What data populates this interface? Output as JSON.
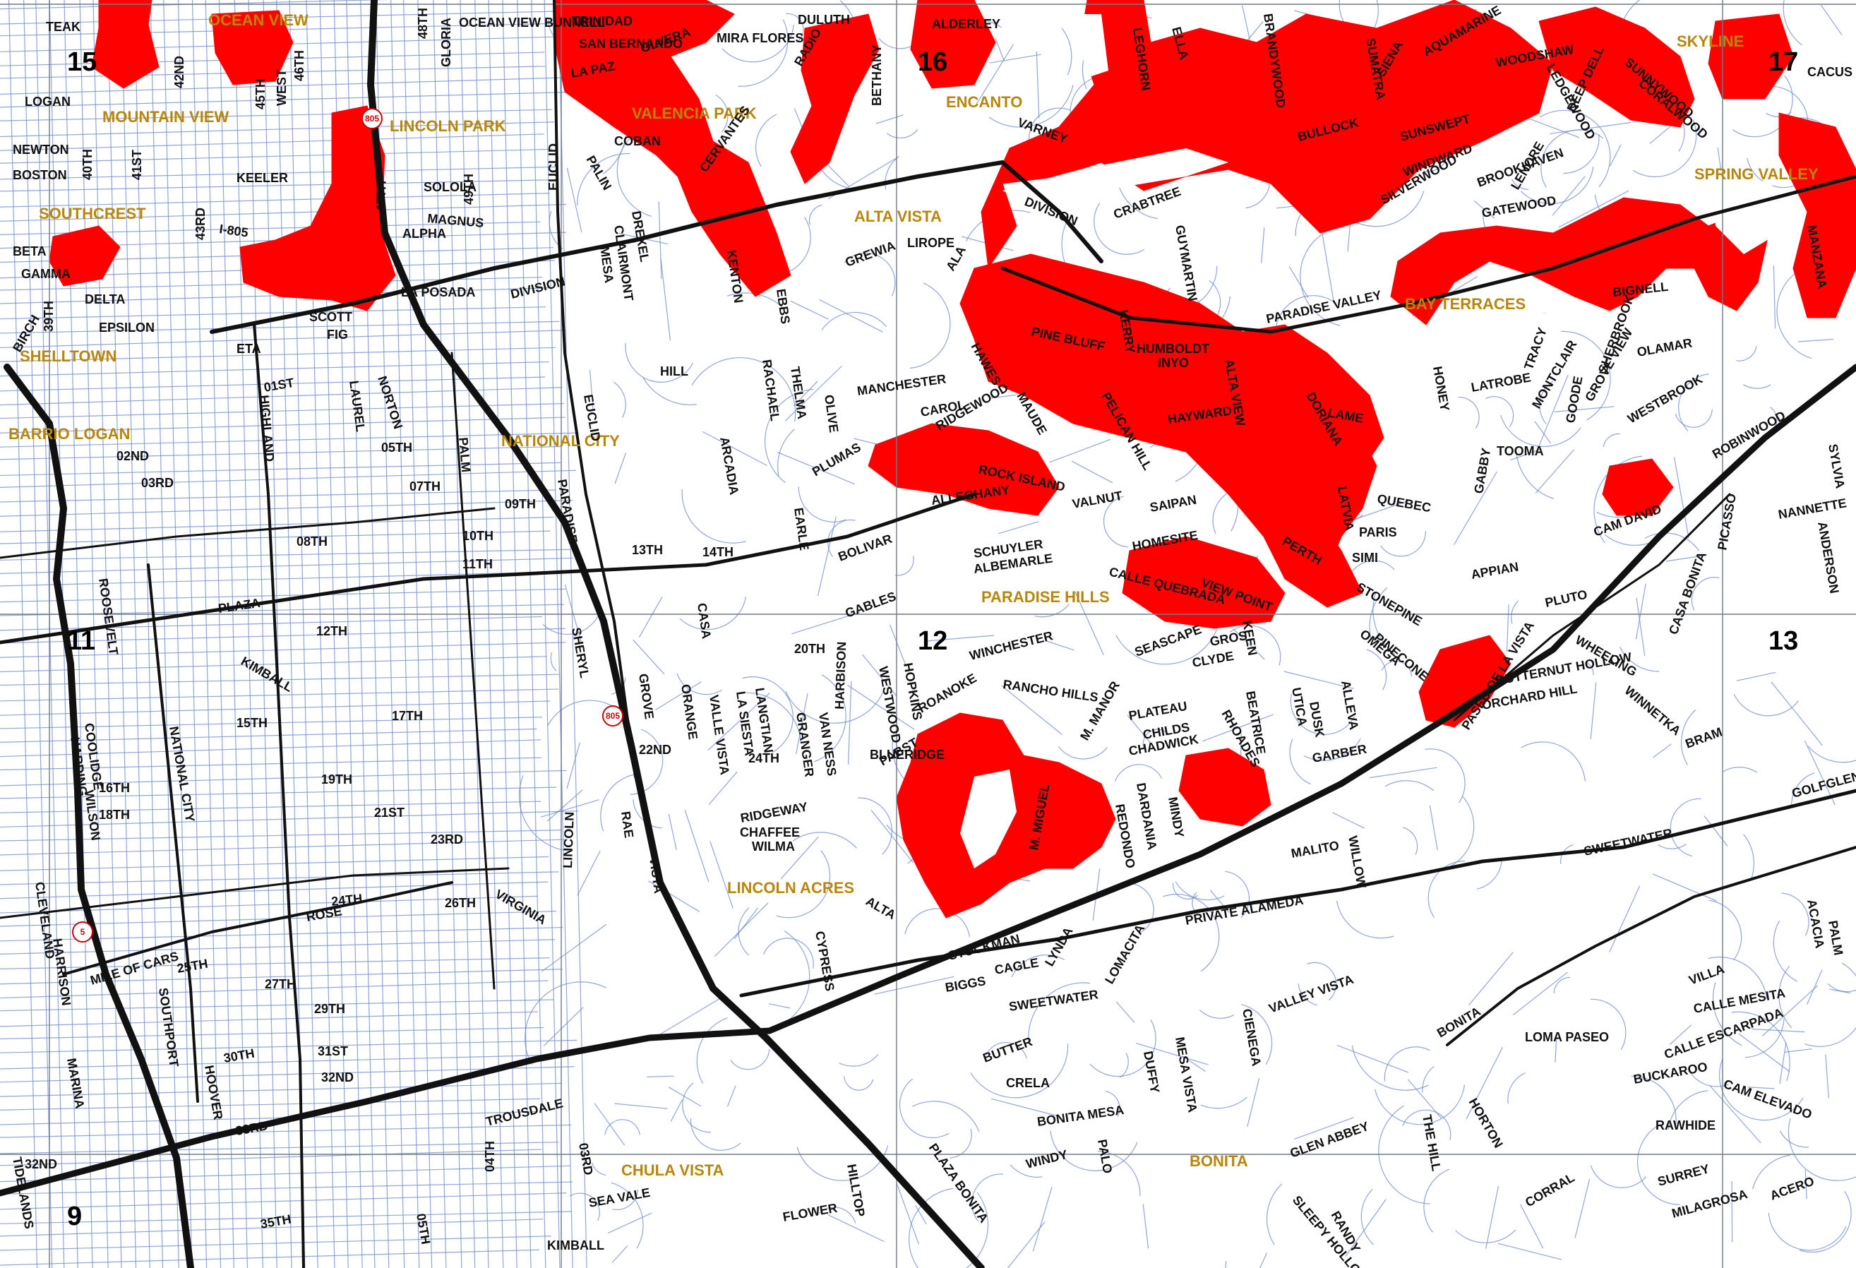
{
  "grid_numbers": [
    "15",
    "16",
    "17",
    "11",
    "12",
    "13",
    "9"
  ],
  "neighborhoods": {
    "ocean_view": "OCEAN VIEW",
    "mountain_view": "MOUNTAIN VIEW",
    "lincoln_park": "LINCOLN PARK",
    "valencia_park": "VALENCIA PARK",
    "encanto": "ENCANTO",
    "skyline": "SKYLINE",
    "southcrest": "SOUTHCREST",
    "alta_vista": "ALTA VISTA",
    "spring_valley": "SPRING VALLEY",
    "delta": "DELTA",
    "shelltown": "SHELLTOWN",
    "bay_terraces": "BAY TERRACES",
    "barrio_logan": "BARRIO LOGAN",
    "national_city": "NATIONAL CITY",
    "paradise_hills": "PARADISE HILLS",
    "lincoln_acres": "LINCOLN ACRES",
    "chula_vista": "CHULA VISTA",
    "bonita": "BONITA"
  },
  "streets": {
    "division": "DIVISION",
    "division_e": "DIVISION",
    "paradise_valley": "PARADISE VALLEY",
    "plaza": "PLAZA",
    "euclid": "EUCLID",
    "euclid_s": "EUCLID",
    "highland": "HIGHLAND",
    "st_47th": "47TH",
    "palm": "PALM",
    "sweetwater": "SWEETWATER",
    "sweetwater_e": "SWEETWATER",
    "mile_of_cars": "MILE OF CARS",
    "bonita_rd": "BONITA",
    "i805": "I-805",
    "st_43rd": "43RD",
    "national_city_blvd": "NATIONAL CITY",
    "st_08th": "08TH",
    "st_24th": "24TH",
    "st_04th": "04TH",
    "rancho_hills": "RANCHO HILLS",
    "winchester": "WINCHESTER",
    "alta_view": "ALTA VIEW",
    "rock_island": "ROCK ISLAND",
    "calle_quebrada": "CALLE QUEBRADA",
    "paseo_de_la_vista": "PASEO DE LA VISTA",
    "loma_paseo": "LOMA PASEO",
    "plaza_bonita": "PLAZA BONITA",
    "valley_vista": "VALLEY VISTA",
    "calle_mesita": "CALLE MESITA",
    "pine_bluff": "PINE BLUFF",
    "bullock": "BULLOCK",
    "woodshaw": "WOODSHAW",
    "cervantes": "CERVANTES",
    "trinidad": "TRINIDAD",
    "alderley": "ALDERLEY",
    "logan": "LOGAN",
    "newton": "NEWTON",
    "boston": "BOSTON",
    "beta": "BETA",
    "gamma": "GAMMA",
    "epsilon": "EPSILON",
    "harbison": "HARBISON",
    "gables": "GABLES",
    "bolivar": "BOLIVAR",
    "stockman": "STOCKMAN",
    "bonita_mesa": "BONITA MESA",
    "marina": "MARINA",
    "tidelands": "TIDELANDS",
    "cleveland": "CLEVELAND",
    "roosevelt": "ROOSEVELT",
    "lincoln": "LINCOLN",
    "ridgeway": "RIDGEWAY",
    "blueridge": "BLUERIDGE",
    "garber": "GARBER",
    "buttersnut": "BUTTERNUT HOLLOW",
    "pluto": "PLUTO",
    "bram": "BRAM",
    "horton": "HORTON",
    "rawhide": "RAWHIDE",
    "corral": "CORRAL",
    "acero": "ACERO",
    "sleepy_hollow": "SLEEPY HOLLOW",
    "glen_abbey": "GLEN ABBEY",
    "windy": "WINDY",
    "trousdale": "TROUSDALE",
    "sea_vale": "SEA VALE",
    "flower": "FLOWER",
    "hilltop": "HILLTOP",
    "kimball": "KIMBALL",
    "st_35th": "35TH",
    "st_33rd": "33RD",
    "hoover": "HOOVER",
    "southport": "SOUTHPORT",
    "st_14th": "14TH",
    "st_20th": "20TH",
    "st_22nd": "22ND",
    "orange": "ORANGE",
    "granger": "GRANGER",
    "manchester": "MANCHESTER",
    "plumas": "PLUMAS",
    "allegheny": "ALLEGHANY",
    "schuyler": "SCHUYLER",
    "albemarle": "ALBEMARLE",
    "perth": "PERTH",
    "doriana": "DORIANA",
    "latrobe": "LATROBE",
    "bignell": "BIGNELL",
    "olamar": "OLAMAR",
    "westbrook": "WESTBROOK",
    "robinwood": "ROBINWOOD",
    "cam_david": "CAM DAVID",
    "whe_eling": "WHEELING",
    "winnetka": "WINNETKA",
    "golfglen": "GOLFGLEN",
    "manzana": "MANZANA",
    "skyline_dr": "LEDGEWOOD",
    "windward": "WINDWARD",
    "silverwood": "SILVERWOOD",
    "brookhaven": "BROOKHAVEN",
    "sunswept": "SUNSWEPT",
    "aquamarine": "AQUAMARINE",
    "encanto_rd": "VARNEY",
    "solola": "SOLOLA",
    "magnus": "MAGNUS",
    "alpha": "ALPHA",
    "la_posada": "LA POSADA",
    "scott": "SCOTT",
    "fig": "FIG",
    "eta": "ETA",
    "birch": "BIRCH",
    "keeler": "KEELER",
    "coban": "COBAN",
    "palin": "PALIN",
    "drexel": "DREXEL",
    "clairmont": "CLAIRMONT",
    "mesa": "MESA",
    "kenton": "KENTON",
    "ebbs": "EBBS",
    "rachael": "RACHAEL",
    "thelma": "THELMA",
    "olive": "OLIVE",
    "earle": "EARLE",
    "hill": "HILL",
    "arcadia": "ARCADIA",
    "harrison": "HARRISON",
    "wilson": "WILSON",
    "coolidge": "COOLIDGE",
    "harding": "HARDING",
    "kimball_n": "KIMBALL",
    "virginia": "VIRGINIA",
    "rose": "ROSE",
    "laurel": "LAUREL",
    "norton": "NORTON",
    "st_01st": "01ST",
    "st_02nd": "02ND",
    "st_03rd": "03RD",
    "st_05th": "05TH",
    "st_07th": "07TH",
    "st_09th": "09TH",
    "st_12th": "12TH",
    "st_15th": "15TH",
    "st_17th": "17TH",
    "st_19th": "19TH",
    "st_21st": "21ST",
    "st_26th": "26TH",
    "st_29th": "29TH",
    "st_30th": "30TH",
    "st_31st": "31ST",
    "st_32nd": "32ND",
    "chaffee": "CHAFFEE",
    "wilma": "WILMA",
    "alta": "ALTA",
    "rae": "RAE",
    "vista": "VISTA",
    "grove": "GROVE",
    "casa": "CASA",
    "valle_vista": "VALLE VISTA",
    "la_siesta": "LA SIESTA",
    "langtian": "LANGTIAN",
    "van_ness": "VAN NESS",
    "westwood": "WESTWOOD",
    "hopkins": "HOPKINS",
    "roanoke": "ROANOKE",
    "plateau": "PLATEAU",
    "childs": "CHILDS",
    "chadwick": "CHADWICK",
    "manor": "M. MANOR",
    "el_redondo": "REDONDO",
    "dardania": "DARDANIA",
    "mindy": "MINDY",
    "seascape": "SEASCAPE",
    "gros": "GROS",
    "clyde": "CLYDE",
    "beatrice": "BEATRICE",
    "rhoades": "RHOADES",
    "keen": "KEEN",
    "utica": "UTICA",
    "dusk": "DUSK",
    "alleva": "ALLEVA",
    "stonepine": "STONEPINE",
    "pinecone": "PINECONE",
    "omega": "OMEGA",
    "paris": "PARIS",
    "simi": "SIMI",
    "appian": "APPIAN",
    "quebec": "QUEBEC",
    "latvia": "LATVIA",
    "gabby": "GABBY",
    "toomas": "TOOMA",
    "goode": "GOODE",
    "grove_view": "GROVE VIEW",
    "sherbrook": "SHERBROOK",
    "montclair": "MONTCLAIR",
    "tracy": "TRACY",
    "honey": "HONEY",
    "lame": "LAME",
    "hayward": "HAYWARD",
    "pelican_hill": "PELICAN HILL",
    "homeside": "HOMESITE",
    "view_point": "VIEW POINT",
    "sapphire": "SAIPAN",
    "valnut": "VALNUT",
    "carol": "CAROL",
    "ridgewood": "RIDGEWOOD",
    "maude": "MAUDE",
    "hawes": "HAWES",
    "kerry": "KERRY",
    "humboldt": "HUMBOLDT",
    "inyo": "INYO",
    "crabtree": "CRABTREE",
    "guymartin": "GUYMARTIN",
    "lirope": "LIROPE",
    "grewia": "GREWIA",
    "ala": "ALA",
    "malito": "MALITO",
    "willow": "WILLOW",
    "private_alameda": "PRIVATE ALAMEDA",
    "lomacita": "LOMACITA",
    "cienega": "CIENEGA",
    "mesa_vista": "MESA VISTA",
    "duffy": "DUFFY",
    "crela": "CRELA",
    "butter": "BUTTER",
    "biggs": "BIGGS",
    "cagle": "CAGLE",
    "lynda": "LYNDA",
    "villa": "VILLA",
    "calle_escarpada": "CALLE ESCARPADA",
    "buckaroo": "BUCKAROO",
    "cam_elevado": "CAM ELEVADO",
    "milagrosa": "MILAGROSA",
    "surrey": "SURREY",
    "randy": "RANDY",
    "palo": "PALO",
    "the_hill": "THE HILL",
    "acacia": "ACACIA",
    "palm_e": "PALM",
    "picasso": "PICASSO",
    "nannette": "NANNETTE",
    "anderson": "ANDERSON",
    "sylvia": "SYLVIA",
    "casa_bonita": "CASA BONITA",
    "orchard_hill": "ORCHARD HILL",
    "pabst": "PABST",
    "cypress": "CYPRESS",
    "st_24th_e": "24TH",
    "mcdonald": "M. MIGUEL",
    "ocean_view_bunnell": "OCEAN VIEW BUNNELL",
    "gloria": "GLORIA",
    "teak": "TEAK",
    "duluth": "DULUTH",
    "san_bernardo": "SAN BERNARDO",
    "la_paz": "LA PAZ",
    "olvera": "OLVERA",
    "radio": "RADIO",
    "mira_flores": "MIRA FLORES",
    "bethany": "BETHANY",
    "leghorn": "LEGHORN",
    "ella": "ELLA",
    "brandywood": "BRANDYWOOD",
    "sumatra": "SUMATRA",
    "siena": "SIENA",
    "deep_dell": "DEEP DELL",
    "sunnywood": "SUNNYWOOD",
    "coralwood": "CORALWOOD",
    "cacus": "CACUS",
    "gatewood": "GATEWOOD",
    "lenore": "LENORE",
    "st_48th": "48TH",
    "st_49th": "49TH",
    "st_42nd": "42ND",
    "st_45th": "45TH",
    "st_46th": "46TH",
    "west": "WEST",
    "st_40th": "40TH",
    "st_41st": "41ST",
    "st_39th": "39TH",
    "st_25th": "25TH",
    "st_27th": "27TH",
    "st_23rd": "23RD",
    "st_16th": "16TH",
    "st_18th": "18TH",
    "st_10th": "10TH",
    "st_11th": "11TH",
    "st_13th": "13TH",
    "st_03rd_s": "03RD",
    "st_05th_s": "05TH",
    "st_32nd_tide": "32ND",
    "paradise": "PARADISE",
    "sheryl": "SHERYL"
  },
  "route_shields": [
    "805",
    "805",
    "5"
  ],
  "colors": {
    "hazard_zone": "#ff0000",
    "neighborhood_label": "#b8860b",
    "major_road": "#111111",
    "minor_road": "#6b8ac7",
    "shield_outline": "#cc0000"
  }
}
